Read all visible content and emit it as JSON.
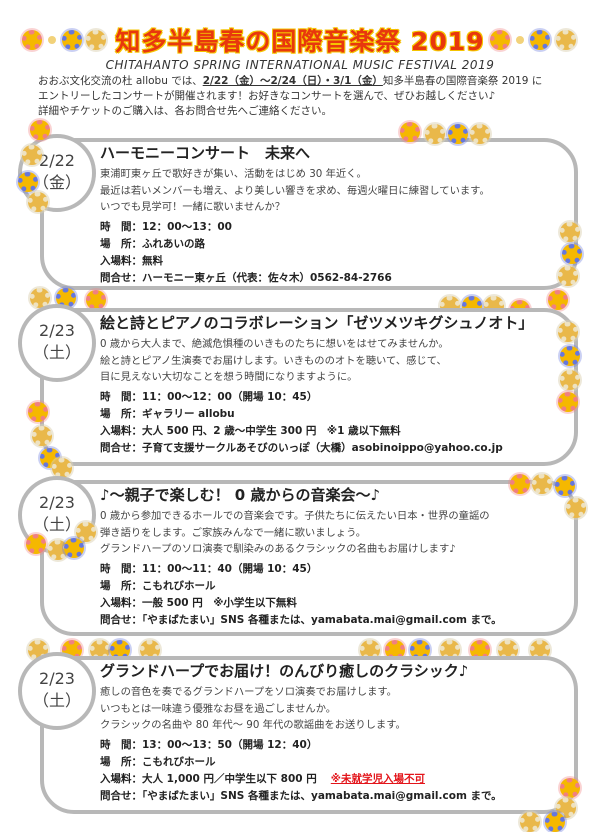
{
  "header": {
    "title": "知多半島春の国際音楽祭 2019",
    "subtitle": "CHITAHANTO SPRING INTERNATIONAL MUSIC FESTIVAL 2019",
    "intro_pre": "おおぶ文化交流の杜 allobu では、",
    "intro_dates": "2/22（金）～2/24（日）・3/1（金）",
    "intro_post": "知多半島春の国際音楽祭 2019 に",
    "intro_line2": "エントリーしたコンサートが開催されます！お好きなコンサートを選んで、ぜひお越しください♪",
    "intro_line3": "詳細やチケットのご購入は、各お問合せ先へご連絡ください。"
  },
  "events": [
    {
      "date": "2/22",
      "day": "（金）",
      "title": "ハーモニーコンサート　未来へ",
      "body": [
        "東浦町東ヶ丘で歌好きが集い、活動をはじめ 30 年近く。",
        "最近は若いメンバーも増え、より美しい響きを求め、毎週火曜日に練習しています。",
        "いつでも見学可！一緒に歌いませんか？"
      ],
      "time": "時　間：12：00～13：00",
      "place": "場　所：ふれあいの路",
      "fee": "入場料：無料",
      "contact": "問合せ：ハーモニー東ヶ丘（代表：佐々木）0562-84-2766"
    },
    {
      "date": "2/23",
      "day": "（土）",
      "title": "絵と詩とピアノのコラボレーション「ゼツメツキグシュノオト」",
      "body": [
        "0 歳から大人まで、絶滅危惧種のいきものたちに想いをはせてみませんか。",
        "絵と詩とピアノ生演奏でお届けします。いきもののオトを聴いて、感じて、",
        "目に見えない大切なことを想う時間になりますように。"
      ],
      "time": "時　間：11：00～12：00（開場 10：45）",
      "place": "場　所：ギャラリー allobu",
      "fee": "入場料：大人 500 円、2 歳～中学生 300 円　※1 歳以下無料",
      "contact": "問合せ：子育て支援サークルあそびのいっぽ（大橋）asobinoippo@yahoo.co.jp"
    },
    {
      "date": "2/23",
      "day": "（土）",
      "title": "♪～親子で楽しむ！ 0 歳からの音楽会～♪",
      "body": [
        "0 歳から参加できるホールでの音楽会です。子供たちに伝えたい日本・世界の童謡の",
        "弾き語りをします。ご家族みんなで一緒に歌いましょう。",
        "グランドハープのソロ演奏で馴染みのあるクラシックの名曲もお届けします♪"
      ],
      "time": "時　間：11：00～11：40（開場 10：45）",
      "place": "場　所：こもれびホール",
      "fee": "入場料：一般 500 円　※小学生以下無料",
      "contact": "問合せ：「やまばたまい」SNS 各種または、yamabata.mai@gmail.com まで。"
    },
    {
      "date": "2/23",
      "day": "（土）",
      "title": "グランドハープでお届け！のんびり癒しのクラシック♪",
      "body": [
        "癒しの音色を奏でるグランドハープをソロ演奏でお届けします。",
        "いつもとは一味違う優雅なお昼を過ごしませんか。",
        "クラシックの名曲や 80 年代～ 90 年代の歌謡曲をお送りします。"
      ],
      "time": "時　間：13：00～13：50（開場 12：40）",
      "place": "場　所：こもれびホール",
      "fee": "入場料：大人 1,000 円／中学生以下 800 円",
      "fee_warning": "※未就学児入場不可",
      "contact": "問合せ：「やまばたまい」SNS 各種または、yamabata.mai@gmail.com まで。"
    }
  ],
  "colors": {
    "title": "#e8380d",
    "title_outline": "#f5c400",
    "frame": "#b8b8b8",
    "warning": "#e3141a"
  }
}
